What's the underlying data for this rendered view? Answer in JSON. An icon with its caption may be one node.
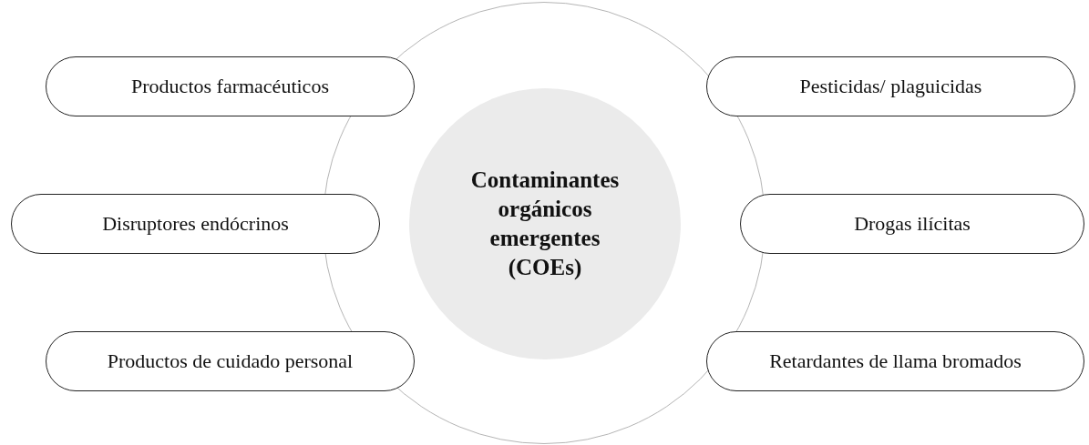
{
  "diagram": {
    "nodes": [
      {
        "text": [],
        "shape": "circle"
      },
      {
        "text": [
          "Contaminantes orgánicos emergentes (COEs)"
        ],
        "in": 0
      },
      {
        "text": [
          "Productos farmacéuticos"
        ]
      },
      {
        "text": [
          "Pesticidas/ plaguicidas"
        ]
      },
      {
        "text": [
          "Disruptores endócrinos"
        ]
      },
      {
        "text": [
          "Drogas ilícitas"
        ]
      },
      {
        "text": [
          "Productos de cuidado personal"
        ]
      },
      {
        "text": [
          "Retardantes de llama bromados"
        ]
      }
    ],
    "edges": []
  }
}
